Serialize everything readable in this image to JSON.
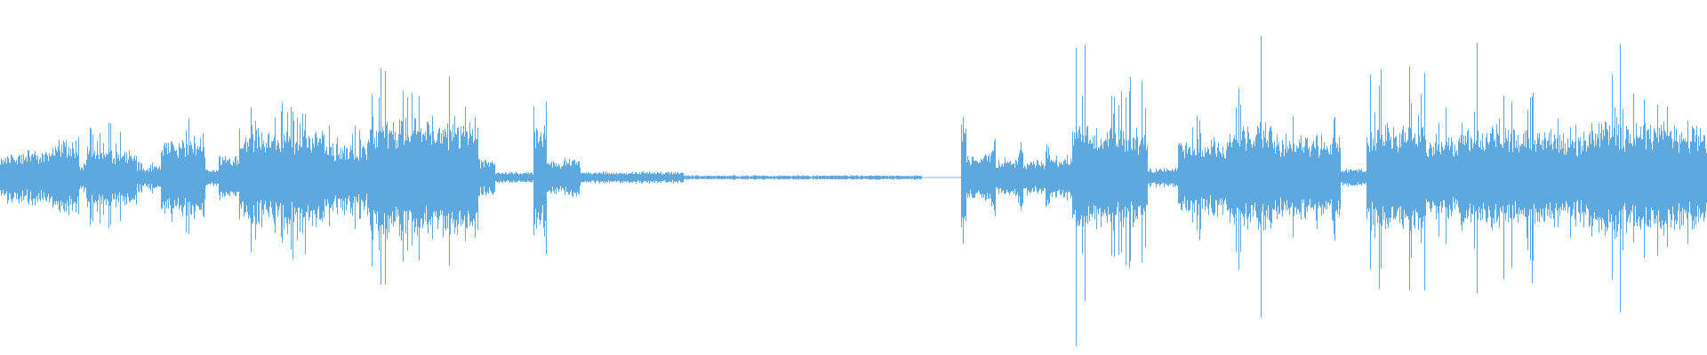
{
  "waveform": {
    "color": "#5ea8e0",
    "background": "#ffffff",
    "segments": [
      {
        "from": 0.0,
        "to": 0.03,
        "amp": 0.14,
        "spikes": 0.12
      },
      {
        "from": 0.03,
        "to": 0.046,
        "amp": 0.2,
        "spikes": 0.45
      },
      {
        "from": 0.046,
        "to": 0.05,
        "amp": 0.08,
        "spikes": 0.06
      },
      {
        "from": 0.05,
        "to": 0.08,
        "amp": 0.16,
        "spikes": 0.3
      },
      {
        "from": 0.08,
        "to": 0.094,
        "amp": 0.06,
        "spikes": 0.08
      },
      {
        "from": 0.094,
        "to": 0.12,
        "amp": 0.22,
        "spikes": 0.4
      },
      {
        "from": 0.12,
        "to": 0.128,
        "amp": 0.05,
        "spikes": 0.05
      },
      {
        "from": 0.128,
        "to": 0.14,
        "amp": 0.12,
        "spikes": 0.1
      },
      {
        "from": 0.14,
        "to": 0.19,
        "amp": 0.26,
        "spikes": 0.45
      },
      {
        "from": 0.19,
        "to": 0.215,
        "amp": 0.18,
        "spikes": 0.28
      },
      {
        "from": 0.215,
        "to": 0.28,
        "amp": 0.32,
        "spikes": 0.6
      },
      {
        "from": 0.28,
        "to": 0.29,
        "amp": 0.1,
        "spikes": 0.08
      },
      {
        "from": 0.29,
        "to": 0.312,
        "amp": 0.03,
        "spikes": 0.02
      },
      {
        "from": 0.312,
        "to": 0.32,
        "amp": 0.28,
        "spikes": 0.4
      },
      {
        "from": 0.32,
        "to": 0.34,
        "amp": 0.1,
        "spikes": 0.12
      },
      {
        "from": 0.34,
        "to": 0.4,
        "amp": 0.03,
        "spikes": 0.03
      },
      {
        "from": 0.4,
        "to": 0.54,
        "amp": 0.012,
        "spikes": 0.0
      },
      {
        "from": 0.54,
        "to": 0.563,
        "amp": 0.0,
        "spikes": 0.0
      },
      {
        "from": 0.563,
        "to": 0.566,
        "amp": 0.35,
        "spikes": 0.45
      },
      {
        "from": 0.566,
        "to": 0.58,
        "amp": 0.12,
        "spikes": 0.1
      },
      {
        "from": 0.58,
        "to": 0.583,
        "amp": 0.22,
        "spikes": 0.2
      },
      {
        "from": 0.583,
        "to": 0.596,
        "amp": 0.1,
        "spikes": 0.08
      },
      {
        "from": 0.596,
        "to": 0.599,
        "amp": 0.18,
        "spikes": 0.15
      },
      {
        "from": 0.599,
        "to": 0.612,
        "amp": 0.09,
        "spikes": 0.08
      },
      {
        "from": 0.612,
        "to": 0.615,
        "amp": 0.18,
        "spikes": 0.15
      },
      {
        "from": 0.615,
        "to": 0.628,
        "amp": 0.12,
        "spikes": 0.25
      },
      {
        "from": 0.628,
        "to": 0.64,
        "amp": 0.3,
        "spikes": 0.9
      },
      {
        "from": 0.64,
        "to": 0.672,
        "amp": 0.26,
        "spikes": 0.6
      },
      {
        "from": 0.672,
        "to": 0.69,
        "amp": 0.05,
        "spikes": 0.05
      },
      {
        "from": 0.69,
        "to": 0.72,
        "amp": 0.2,
        "spikes": 0.4
      },
      {
        "from": 0.72,
        "to": 0.745,
        "amp": 0.3,
        "spikes": 0.88
      },
      {
        "from": 0.745,
        "to": 0.785,
        "amp": 0.22,
        "spikes": 0.35
      },
      {
        "from": 0.785,
        "to": 0.8,
        "amp": 0.05,
        "spikes": 0.04
      },
      {
        "from": 0.8,
        "to": 0.835,
        "amp": 0.28,
        "spikes": 0.6
      },
      {
        "from": 0.835,
        "to": 0.855,
        "amp": 0.22,
        "spikes": 0.4
      },
      {
        "from": 0.855,
        "to": 0.872,
        "amp": 0.28,
        "spikes": 0.9
      },
      {
        "from": 0.872,
        "to": 0.912,
        "amp": 0.26,
        "spikes": 0.6
      },
      {
        "from": 0.912,
        "to": 0.93,
        "amp": 0.22,
        "spikes": 0.35
      },
      {
        "from": 0.93,
        "to": 0.95,
        "amp": 0.3,
        "spikes": 0.95
      },
      {
        "from": 0.95,
        "to": 1.0,
        "amp": 0.28,
        "spikes": 0.55
      }
    ]
  }
}
